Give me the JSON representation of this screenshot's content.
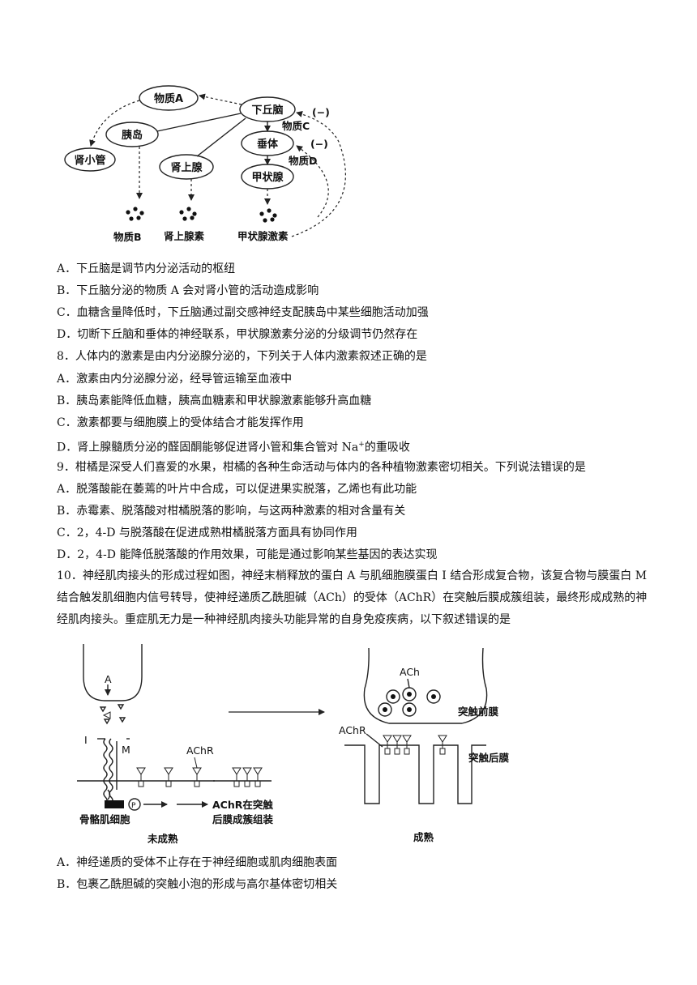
{
  "diagram1": {
    "nodes": {
      "substance_a": "物质A",
      "hypothalamus": "下丘脑",
      "pancreas_islet": "胰岛",
      "pituitary": "垂体",
      "kidney_tubule": "肾小管",
      "adrenal": "肾上腺",
      "thyroid": "甲状腺"
    },
    "labels": {
      "substance_c": "物质C",
      "substance_d": "物质D",
      "inhibit_1": "(−)",
      "inhibit_2": "(−)",
      "substance_b": "物质B",
      "adrenaline": "肾上腺素",
      "thyroxine": "甲状腺激素"
    }
  },
  "q7_options": [
    "A．下丘脑是调节内分泌活动的枢纽",
    "B．下丘脑分泌的物质 A 会对肾小管的活动造成影响",
    "C．血糖含量降低时，下丘脑通过副交感神经支配胰岛中某些细胞活动加强",
    "D．切断下丘脑和垂体的神经联系，甲状腺激素分泌的分级调节仍然存在"
  ],
  "q8": {
    "stem": "8．人体内的激素是由内分泌腺分泌的，下列关于人体内激素叙述正确的是",
    "options": [
      "A．激素由内分泌腺分泌，经导管运输至血液中",
      "B．胰岛素能降低血糖，胰高血糖素和甲状腺激素能够升高血糖",
      "C．激素都要与细胞膜上的受体结合才能发挥作用"
    ],
    "option_d_prefix": "D．肾上腺髓质分泌的醛固酮能够促进肾小管和集合管对 Na",
    "option_d_sup": "+",
    "option_d_suffix": "的重吸收"
  },
  "q9": {
    "stem": "9．柑橘是深受人们喜爱的水果，柑橘的各种生命活动与体内的各种植物激素密切相关。下列说法错误的是",
    "options": [
      "A．脱落酸能在萎蔫的叶片中合成，可以促进果实脱落，乙烯也有此功能",
      "B．赤霉素、脱落酸对柑橘脱落的影响，与这两种激素的相对含量有关",
      "C．2，4-D 与脱落酸在促进成熟柑橘脱落方面具有协同作用",
      "D．2，4-D 能降低脱落酸的作用效果，可能是通过影响某些基因的表达实现"
    ]
  },
  "q10": {
    "stem": "10．神经肌肉接头的形成过程如图，神经末梢释放的蛋白 A 与肌细胞膜蛋白 I 结合形成复合物，该复合物与膜蛋白 M 结合触发肌细胞内信号转导，使神经递质乙酰胆碱（ACh）的受体（AChR）在突触后膜成簇组装，最终形成成熟的神经肌肉接头。重症肌无力是一种神经肌肉接头功能异常的自身免疫疾病，以下叙述错误的是",
    "options": [
      "A．神经递质的受体不止存在于神经细胞或肌肉细胞表面",
      "B．包裹乙酰胆碱的突触小泡的形成与高尔基体密切相关"
    ]
  },
  "diagram2": {
    "label_a": "A",
    "label_i": "I",
    "label_m": "M",
    "label_achr": "AChR",
    "label_p": "P",
    "label_cell": "骨骼肌细胞",
    "label_cluster_1": "AChR在突触",
    "label_cluster_2": "后膜成簇组装",
    "caption_left": "未成熟",
    "label_ach": "ACh",
    "label_pre": "突触前膜",
    "label_achr_2": "AChR",
    "label_post": "突触后膜",
    "caption_right": "成熟"
  }
}
